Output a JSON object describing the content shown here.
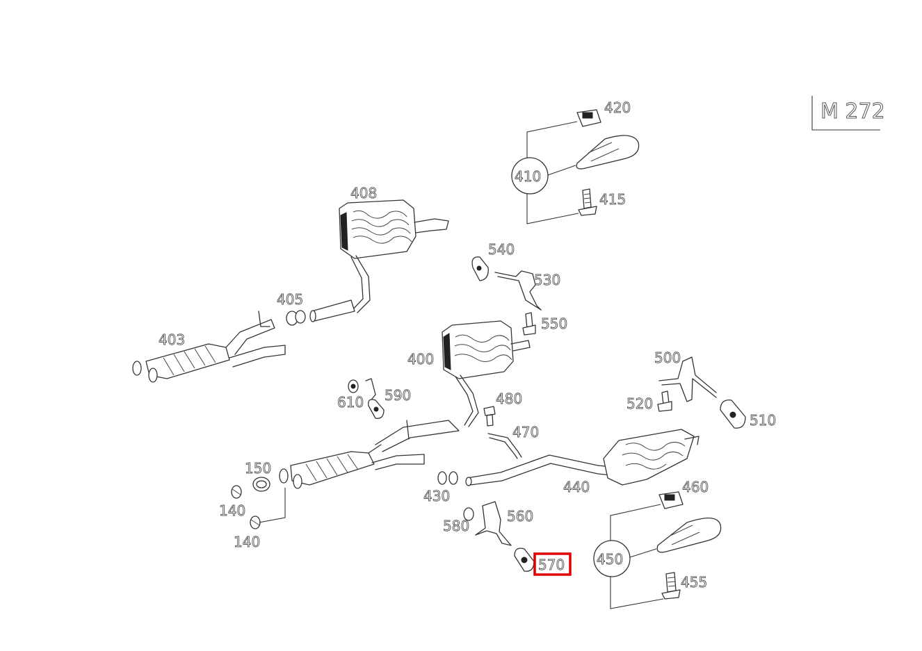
{
  "model_label": "M 272",
  "highlighted_part": "570",
  "callouts": {
    "p400": "400",
    "p403": "403",
    "p405": "405",
    "p408": "408",
    "p410": "410",
    "p415": "415",
    "p420": "420",
    "p430": "430",
    "p440": "440",
    "p450": "450",
    "p455": "455",
    "p460": "460",
    "p470": "470",
    "p480": "480",
    "p500": "500",
    "p510": "510",
    "p520": "520",
    "p530": "530",
    "p540": "540",
    "p550": "550",
    "p560": "560",
    "p570": "570",
    "p580": "580",
    "p590": "590",
    "p610": "610",
    "p150": "150",
    "p140a": "140",
    "p140b": "140"
  },
  "colors": {
    "line": "#333333",
    "highlight": "#e00000",
    "background": "#ffffff"
  }
}
